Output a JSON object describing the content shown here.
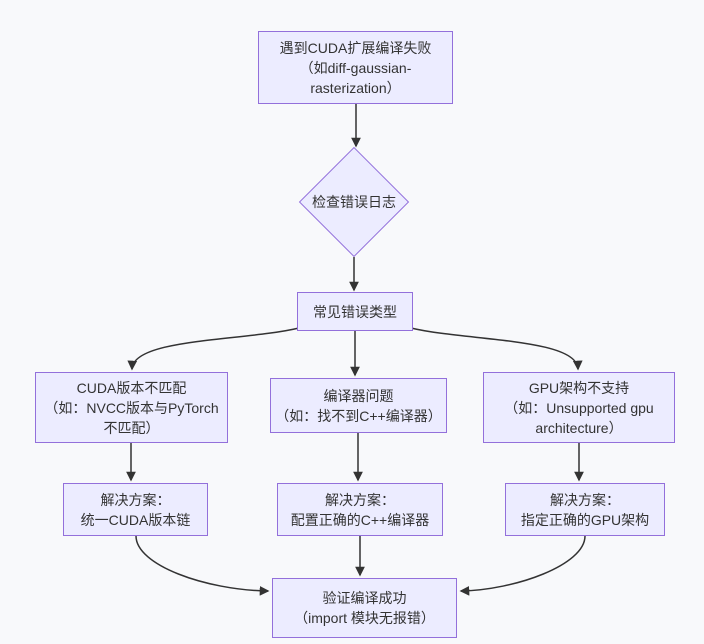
{
  "diagram": {
    "title": "CUDA extension compile failure troubleshooting flowchart",
    "background": "#f8f9fb"
  },
  "style": {
    "node_fill": "#ececff",
    "node_border": "#9370db",
    "edge_color": "#333333",
    "text_color": "#333333"
  },
  "nodes": {
    "start": {
      "lines": [
        "遇到CUDA扩展编译失败",
        "（如diff-gaussian-",
        "rasterization）"
      ]
    },
    "check": {
      "lines": [
        "检查错误日志"
      ]
    },
    "types": {
      "lines": [
        "常见错误类型"
      ]
    },
    "cuda_mismatch": {
      "lines": [
        "CUDA版本不匹配",
        "（如：NVCC版本与PyTorch",
        "不匹配）"
      ]
    },
    "compiler_issue": {
      "lines": [
        "编译器问题",
        "（如：找不到C++编译器）"
      ]
    },
    "gpu_arch": {
      "lines": [
        "GPU架构不支持",
        "（如：Unsupported gpu",
        "architecture）"
      ]
    },
    "fix_cuda": {
      "lines": [
        "解决方案：",
        "统一CUDA版本链"
      ]
    },
    "fix_compiler": {
      "lines": [
        "解决方案：",
        "配置正确的C++编译器"
      ]
    },
    "fix_gpu": {
      "lines": [
        "解决方案：",
        "指定正确的GPU架构"
      ]
    },
    "verify": {
      "lines": [
        "验证编译成功",
        "（import 模块无报错）"
      ]
    }
  },
  "edges": [
    {
      "from": "start",
      "to": "check"
    },
    {
      "from": "check",
      "to": "types"
    },
    {
      "from": "types",
      "to": "cuda_mismatch"
    },
    {
      "from": "types",
      "to": "compiler_issue"
    },
    {
      "from": "types",
      "to": "gpu_arch"
    },
    {
      "from": "cuda_mismatch",
      "to": "fix_cuda"
    },
    {
      "from": "compiler_issue",
      "to": "fix_compiler"
    },
    {
      "from": "gpu_arch",
      "to": "fix_gpu"
    },
    {
      "from": "fix_cuda",
      "to": "verify"
    },
    {
      "from": "fix_compiler",
      "to": "verify"
    },
    {
      "from": "fix_gpu",
      "to": "verify"
    }
  ]
}
